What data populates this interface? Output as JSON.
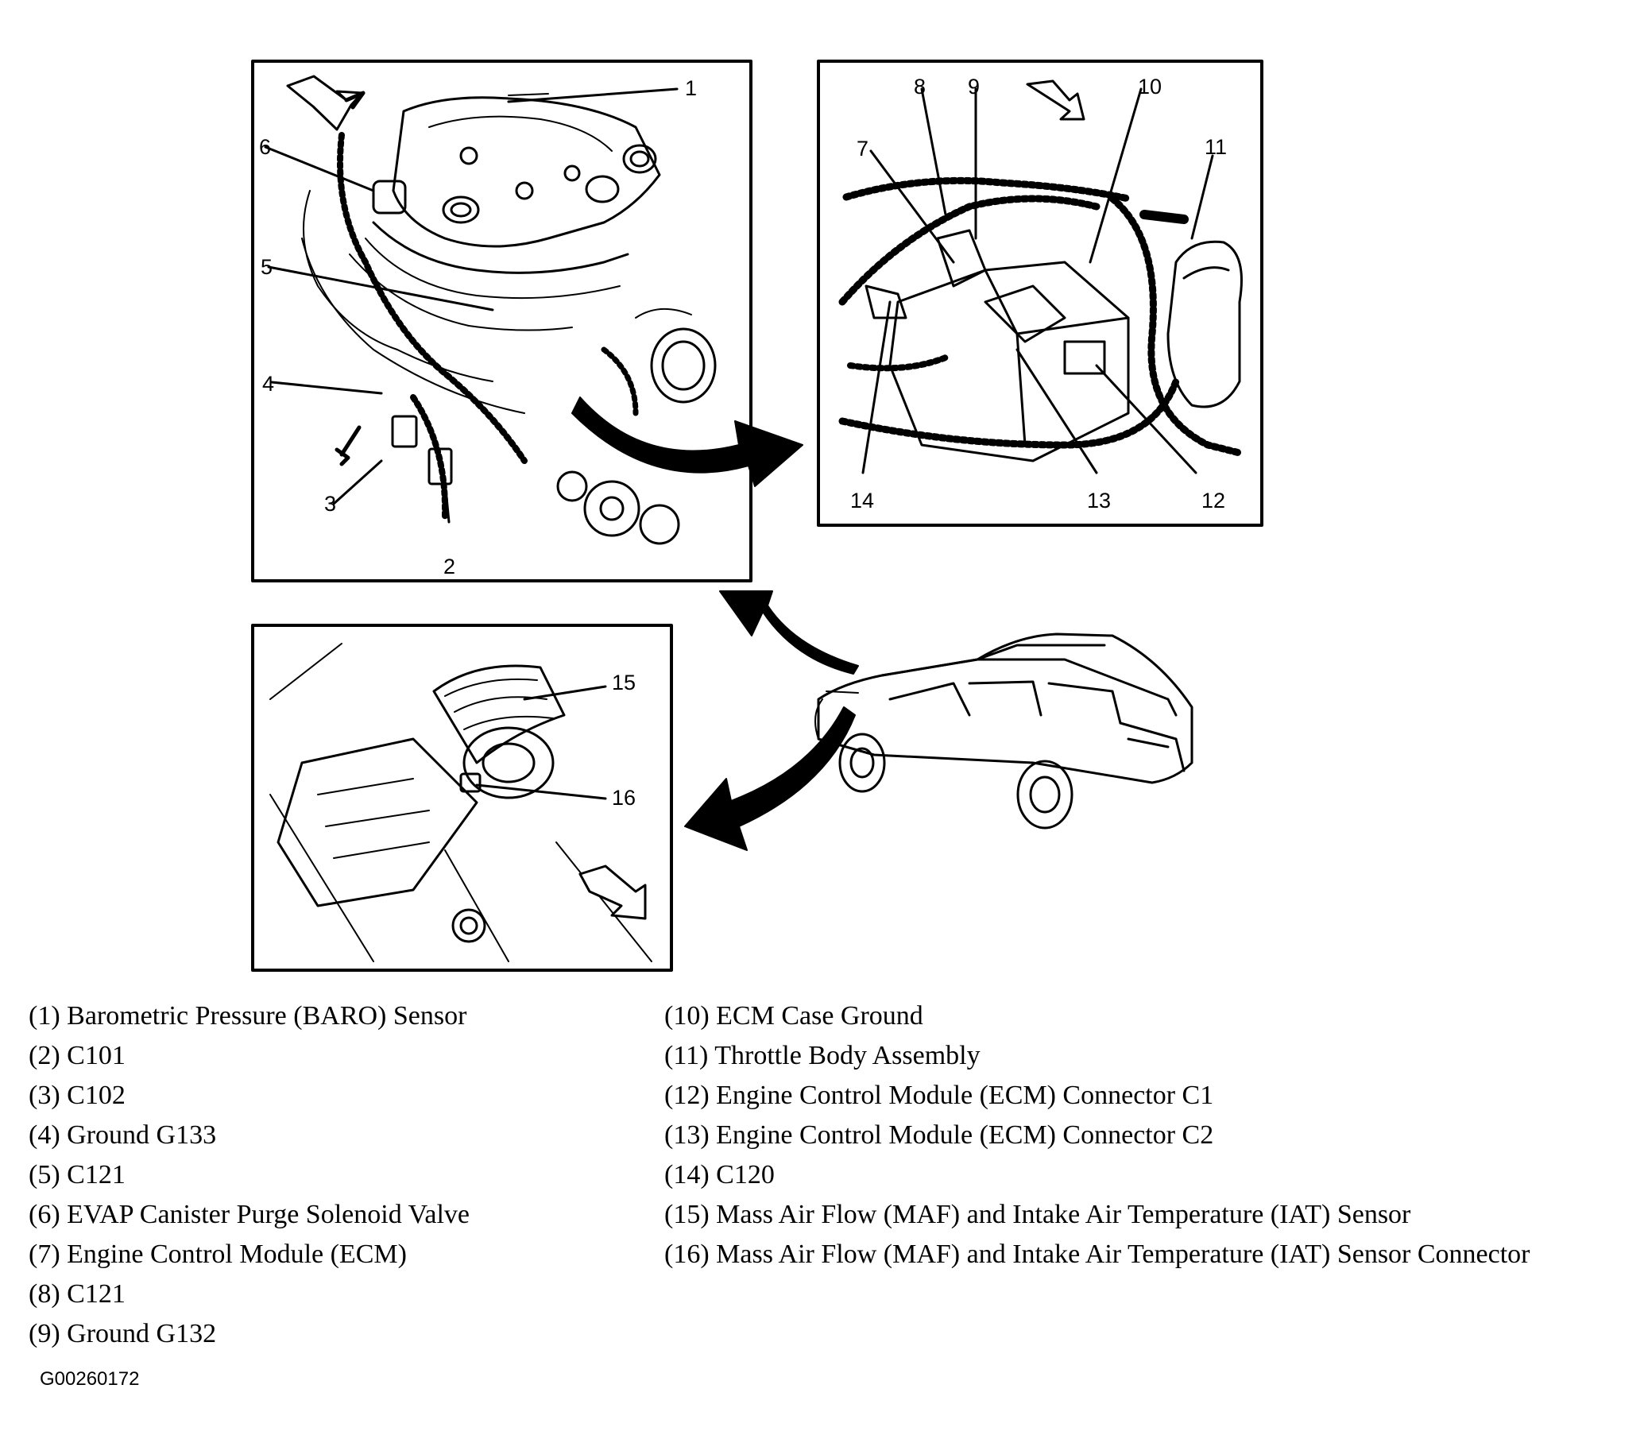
{
  "callouts": [
    "1",
    "2",
    "3",
    "4",
    "5",
    "6",
    "7",
    "8",
    "9",
    "10",
    "11",
    "12",
    "13",
    "14",
    "15",
    "16"
  ],
  "legend_left": [
    "(1)  Barometric Pressure (BARO) Sensor",
    "(2)  C101",
    "(3)  C102",
    "(4)  Ground G133",
    "(5)  C121",
    "(6)  EVAP Canister Purge Solenoid Valve",
    "(7)  Engine Control Module (ECM)",
    "(8)  C121",
    "(9)  Ground G132"
  ],
  "legend_right": [
    "(10) ECM Case Ground",
    "(11) Throttle Body Assembly",
    "(12) Engine Control Module (ECM) Connector C1",
    "(13) Engine Control Module (ECM) Connector C2",
    "(14) C120",
    "(15) Mass Air Flow (MAF) and Intake Air Temperature (IAT) Sensor",
    "(16) Mass Air Flow (MAF) and Intake Air Temperature (IAT) Sensor Connector"
  ],
  "figure_code": "G00260172"
}
